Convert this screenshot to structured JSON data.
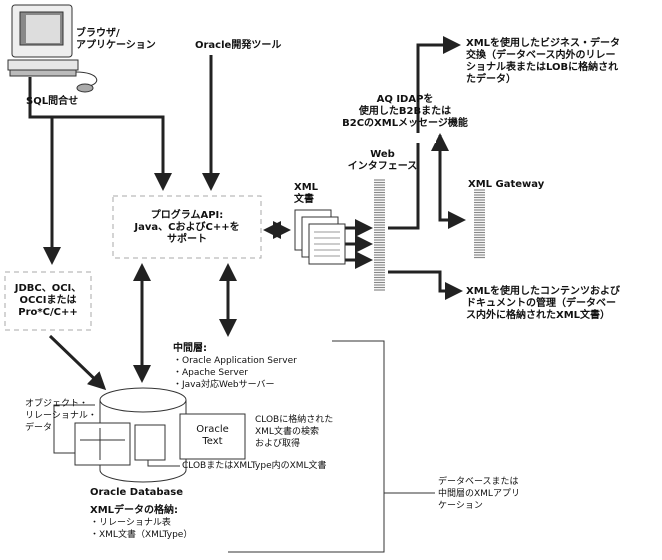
{
  "client": {
    "label_line1": "ブラウザ/",
    "label_line2": "アプリケーション",
    "sql_label": "SQL問合せ"
  },
  "dev_tools": {
    "label": "Oracle開発ツール"
  },
  "program_api": {
    "line1": "プログラムAPI:",
    "line2": "Java、CおよびC++を",
    "line3": "サポート"
  },
  "xml_docs": {
    "line1": "XML",
    "line2": "文書"
  },
  "web_interface": {
    "line1": "Web",
    "line2": "インタフェース"
  },
  "aq_idap": {
    "line1": "AQ IDAPを",
    "line2": "使用したB2Bまたは",
    "line3": "B2CのXMLメッセージ機能"
  },
  "business_exchange": {
    "line1": "XMLを使用したビジネス・データ",
    "line2": "交換（データベース内外のリレー",
    "line3": "ショナル表またはLOBに格納され",
    "line4": "たデータ）"
  },
  "xml_gateway": {
    "label": "XML Gateway"
  },
  "content_mgmt": {
    "line1": "XMLを使用したコンテンツおよび",
    "line2": "ドキュメントの管理（データベー",
    "line3": "ス内外に格納されたXML文書）"
  },
  "jdbc": {
    "line1": "JDBC、OCI、",
    "line2": "OCCIまたは",
    "line3": "Pro*C/C++"
  },
  "middle_tier": {
    "title": "中間層:",
    "items": [
      "・Oracle Application Server",
      "・Apache Server",
      "・Java対応Webサーバー"
    ]
  },
  "object_relational": {
    "line1": "オブジェクト・",
    "line2": "リレーショナル・",
    "line3": "データ"
  },
  "oracle_text": {
    "line1": "Oracle",
    "line2": "Text"
  },
  "clob_search": {
    "line1": "CLOBに格納された",
    "line2": "XML文書の検索",
    "line3": "および取得"
  },
  "clob_xmltype": {
    "label": "CLOBまたはXMLType内のXML文書"
  },
  "database": {
    "label": "Oracle Database"
  },
  "storage": {
    "title": "XMLデータの格納:",
    "items": [
      "・リレーショナル表",
      "・XML文書（XMLType）"
    ]
  },
  "app_bracket": {
    "line1": "データベースまたは",
    "line2": "中間層のXMLアプリ",
    "line3": "ケーション"
  }
}
